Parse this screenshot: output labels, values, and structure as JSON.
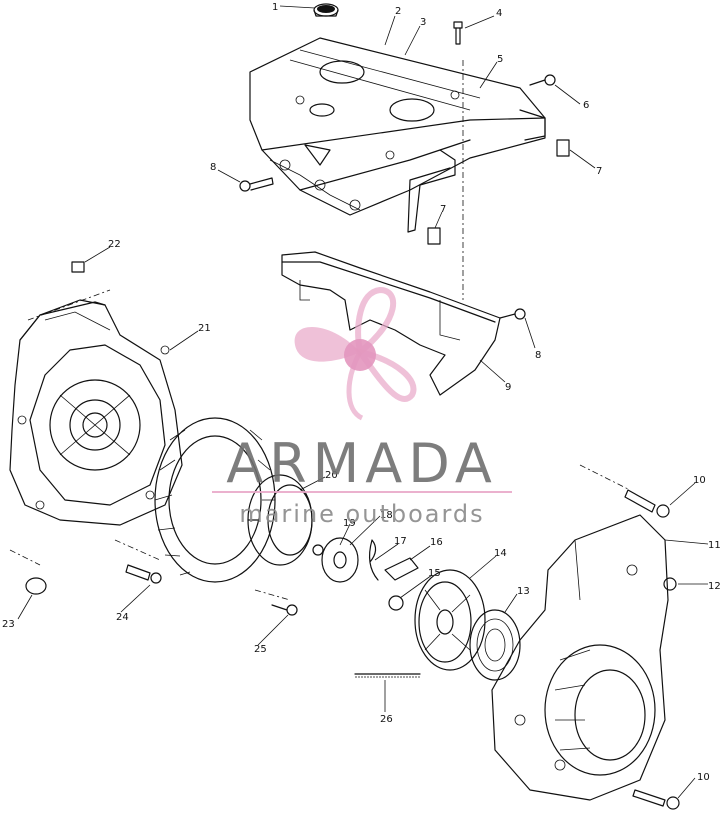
{
  "watermark": {
    "brand": "ARMADA",
    "tagline": "marine outboards",
    "logo": "propeller-logo",
    "colors": {
      "logo_pink": "#e9a9c9",
      "logo_dark": "#c96f9c",
      "text_gray": "#6f6f6f",
      "tagline_gray": "#8a8a8a"
    }
  },
  "callouts": [
    {
      "id": "c1",
      "text": "1"
    },
    {
      "id": "c2",
      "text": "2"
    },
    {
      "id": "c3",
      "text": "3"
    },
    {
      "id": "c4",
      "text": "4"
    },
    {
      "id": "c5",
      "text": "5"
    },
    {
      "id": "c6",
      "text": "6"
    },
    {
      "id": "c7a",
      "text": "7"
    },
    {
      "id": "c7b",
      "text": "7"
    },
    {
      "id": "c8a",
      "text": "8"
    },
    {
      "id": "c8b",
      "text": "8"
    },
    {
      "id": "c9",
      "text": "9"
    },
    {
      "id": "c10a",
      "text": "10"
    },
    {
      "id": "c10b",
      "text": "10"
    },
    {
      "id": "c11",
      "text": "11"
    },
    {
      "id": "c12",
      "text": "12"
    },
    {
      "id": "c13",
      "text": "13"
    },
    {
      "id": "c14",
      "text": "14"
    },
    {
      "id": "c15",
      "text": "15"
    },
    {
      "id": "c16",
      "text": "16"
    },
    {
      "id": "c17",
      "text": "17"
    },
    {
      "id": "c18",
      "text": "18"
    },
    {
      "id": "c19",
      "text": "19"
    },
    {
      "id": "c20",
      "text": "20"
    },
    {
      "id": "c21",
      "text": "21"
    },
    {
      "id": "c22",
      "text": "22"
    },
    {
      "id": "c23",
      "text": "23"
    },
    {
      "id": "c24",
      "text": "24"
    },
    {
      "id": "c25",
      "text": "25"
    },
    {
      "id": "c26",
      "text": "26"
    }
  ]
}
